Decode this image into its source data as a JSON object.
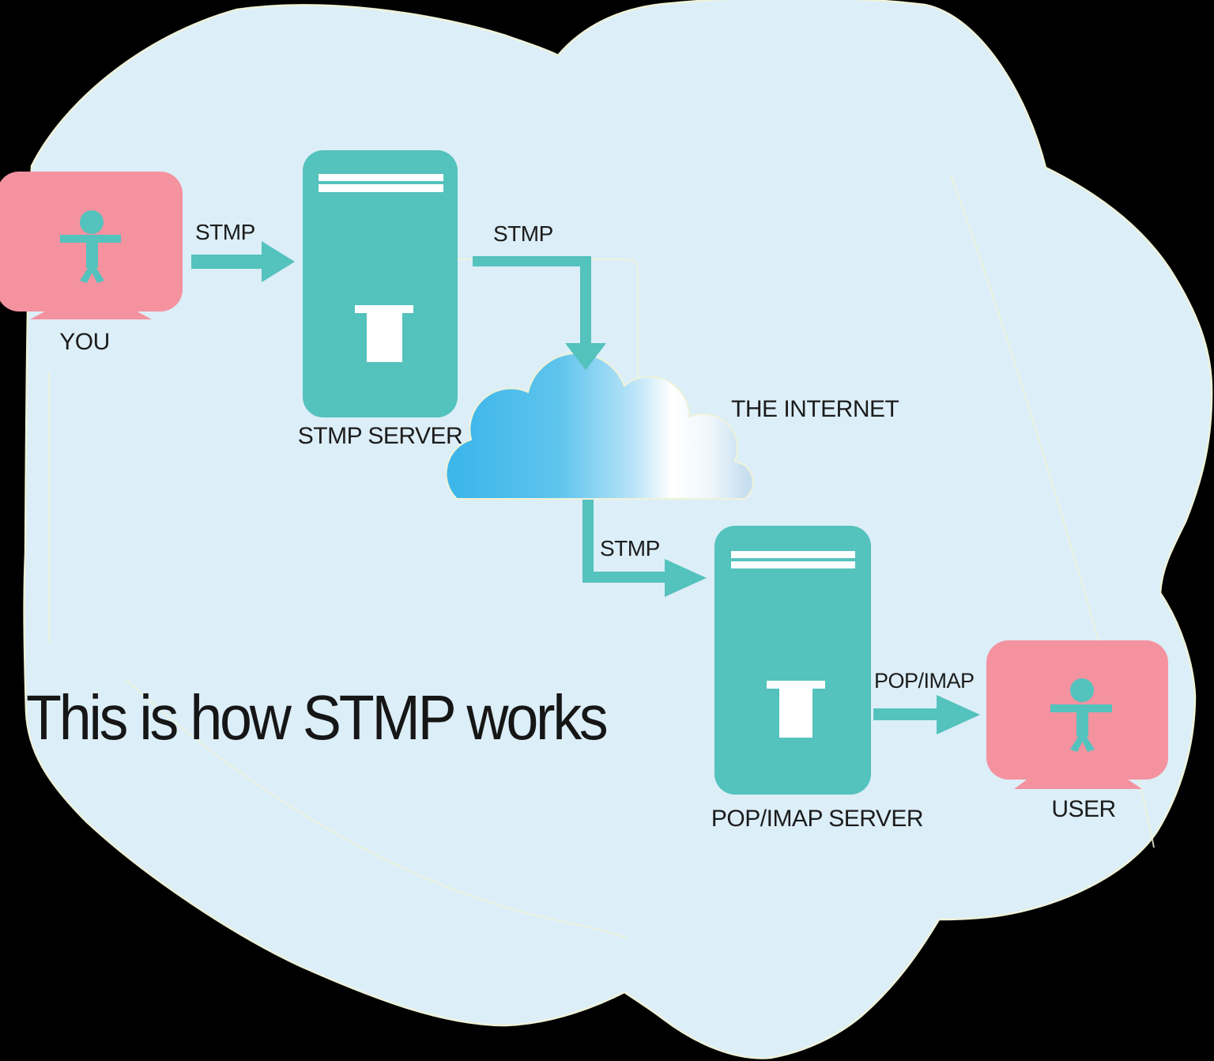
{
  "title": "This is how STMP works",
  "nodes": {
    "you": {
      "label": "YOU",
      "icon": "person-icon"
    },
    "stmp_server": {
      "label": "STMP SERVER",
      "icon": "server-tower-icon"
    },
    "internet": {
      "label": "THE INTERNET",
      "icon": "internet-cloud-icon"
    },
    "pop_imap_server": {
      "label": "POP/IMAP SERVER",
      "icon": "server-tower-icon"
    },
    "user": {
      "label": "USER",
      "icon": "person-icon"
    }
  },
  "edges": [
    {
      "from": "you",
      "to": "stmp_server",
      "label": "STMP"
    },
    {
      "from": "stmp_server",
      "to": "internet",
      "label": "STMP"
    },
    {
      "from": "internet",
      "to": "pop_imap_server",
      "label": "STMP"
    },
    {
      "from": "pop_imap_server",
      "to": "user",
      "label": "POP/IMAP"
    }
  ],
  "icons": {
    "person-icon": "teal stick figure",
    "server-tower-icon": "teal tower with two stripes and drive slot",
    "internet-cloud-icon": "blue gradient cloud",
    "arrow-icon": "teal block arrow"
  },
  "colors": {
    "teal": "#54c2bd",
    "pink": "#f492a0",
    "cloud_fill": "#dceef8",
    "cloud_outline": "#eef2d9",
    "internet_blue": "#3db6ea",
    "white": "#ffffff",
    "background": "#000000",
    "text": "#1c1c1c"
  }
}
